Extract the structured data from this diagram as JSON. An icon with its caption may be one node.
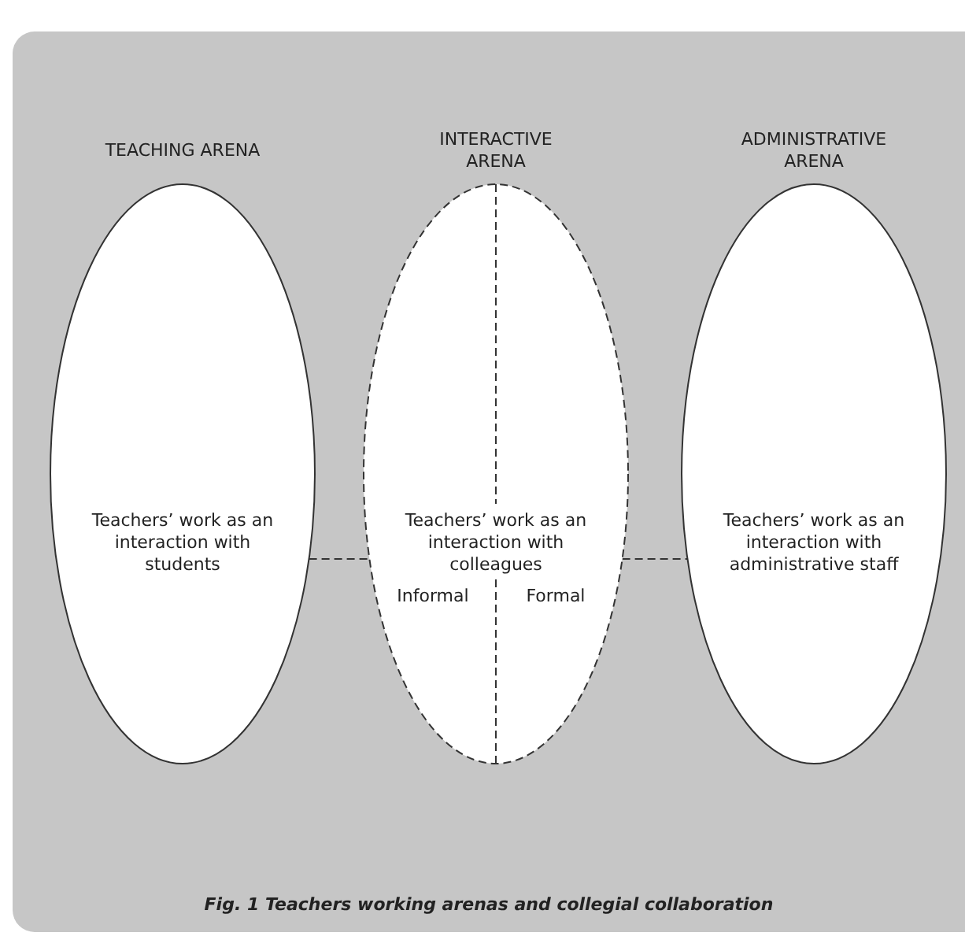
{
  "diagram": {
    "caption": "Fig. 1  Teachers working arenas and collegial collaboration",
    "nodes": [
      {
        "text": [
          "TEACHING ARENA",
          "Teachers’ work as an interaction with students"
        ]
      },
      {
        "text": [
          "INTERACTIVE ARENA",
          "Teachers’ work as an interaction with colleagues",
          "Informal",
          "Formal"
        ]
      },
      {
        "text": [
          "ADMINISTRATIVE ARENA",
          "Teachers’ work as an interaction with administrative staff"
        ]
      }
    ],
    "edges": [
      {
        "from": 0,
        "to": 1,
        "arrow": "none",
        "style": "dashed"
      },
      {
        "from": 1,
        "to": 2,
        "arrow": "none",
        "style": "dashed"
      }
    ]
  }
}
